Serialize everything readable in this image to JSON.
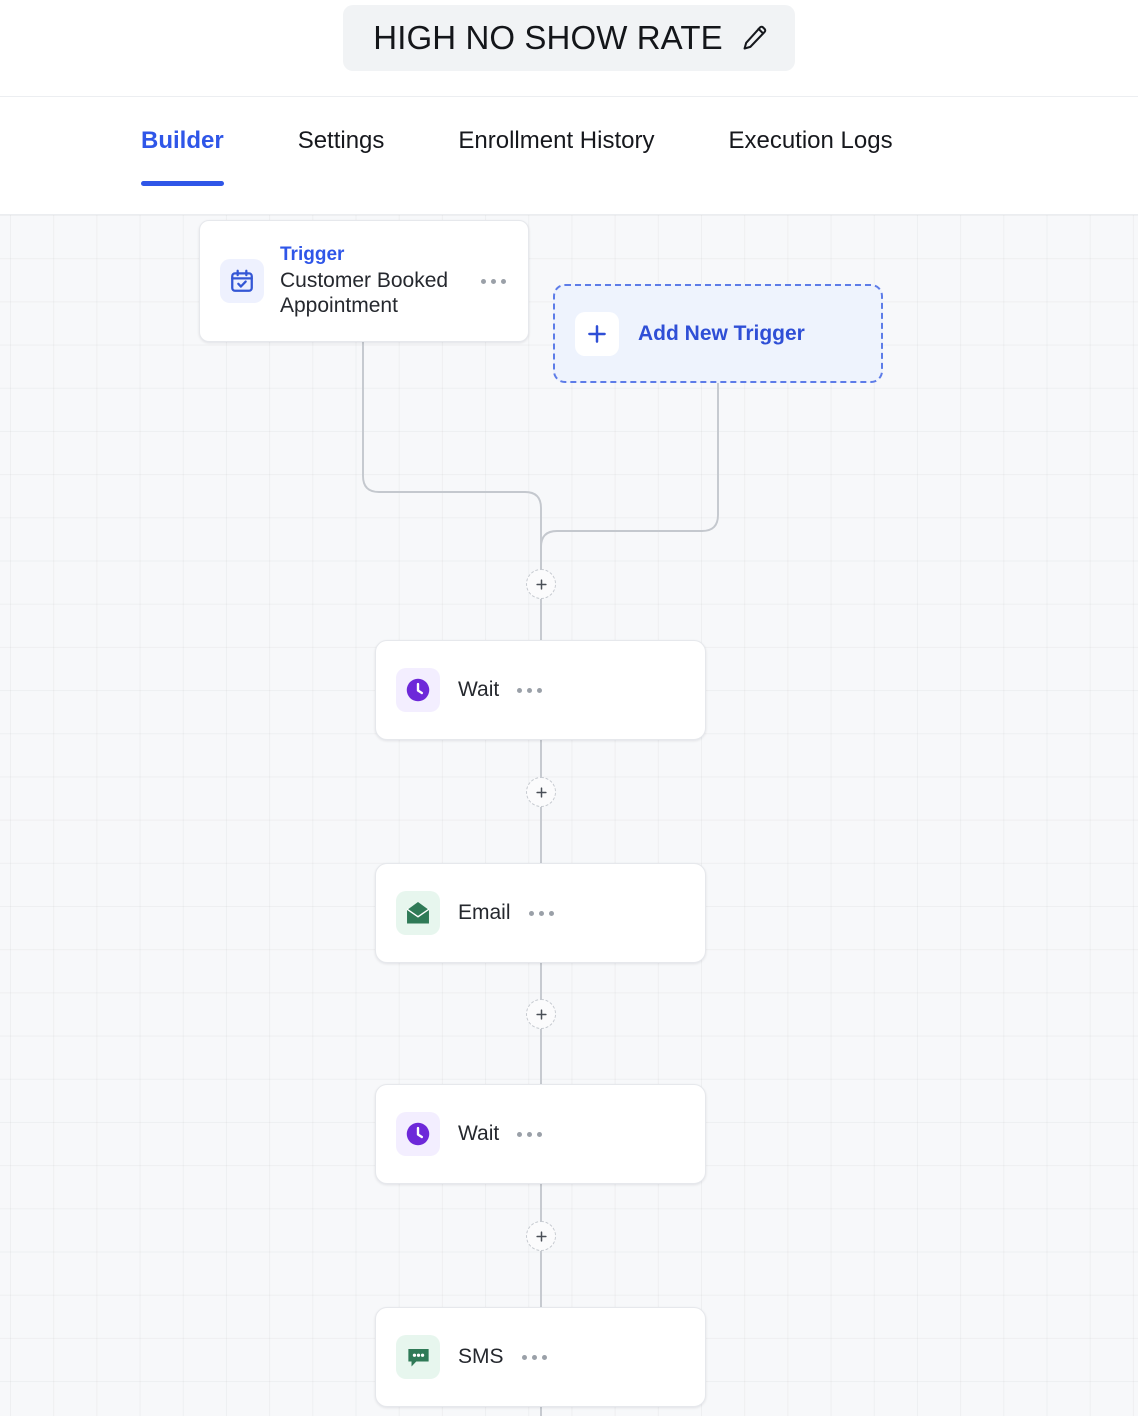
{
  "header": {
    "title": "HIGH NO SHOW RATE",
    "edit_icon": "pencil-icon"
  },
  "tabs": [
    {
      "label": "Builder",
      "active": true
    },
    {
      "label": "Settings",
      "active": false
    },
    {
      "label": "Enrollment History",
      "active": false
    },
    {
      "label": "Execution Logs",
      "active": false
    }
  ],
  "canvas": {
    "trigger": {
      "kicker": "Trigger",
      "title": "Customer Booked Appointment",
      "icon": "calendar-check-icon",
      "menu_icon": "more-options-icon"
    },
    "add_trigger": {
      "label": "Add New Trigger",
      "icon": "plus-icon"
    },
    "steps": [
      {
        "label": "Wait",
        "icon": "clock-icon",
        "menu_icon": "more-options-icon"
      },
      {
        "label": "Email",
        "icon": "envelope-icon",
        "menu_icon": "more-options-icon"
      },
      {
        "label": "Wait",
        "icon": "clock-icon",
        "menu_icon": "more-options-icon"
      },
      {
        "label": "SMS",
        "icon": "chat-bubble-icon",
        "menu_icon": "more-options-icon"
      }
    ],
    "add_step_icon": "plus-icon"
  },
  "colors": {
    "accent_blue": "#2f56e8",
    "trigger_icon": "#3457d5",
    "wait_icon": "#6d28d9",
    "green_icon": "#2f7a57",
    "canvas_bg": "#f7f8fa",
    "edge_line": "#c4c8ce"
  }
}
